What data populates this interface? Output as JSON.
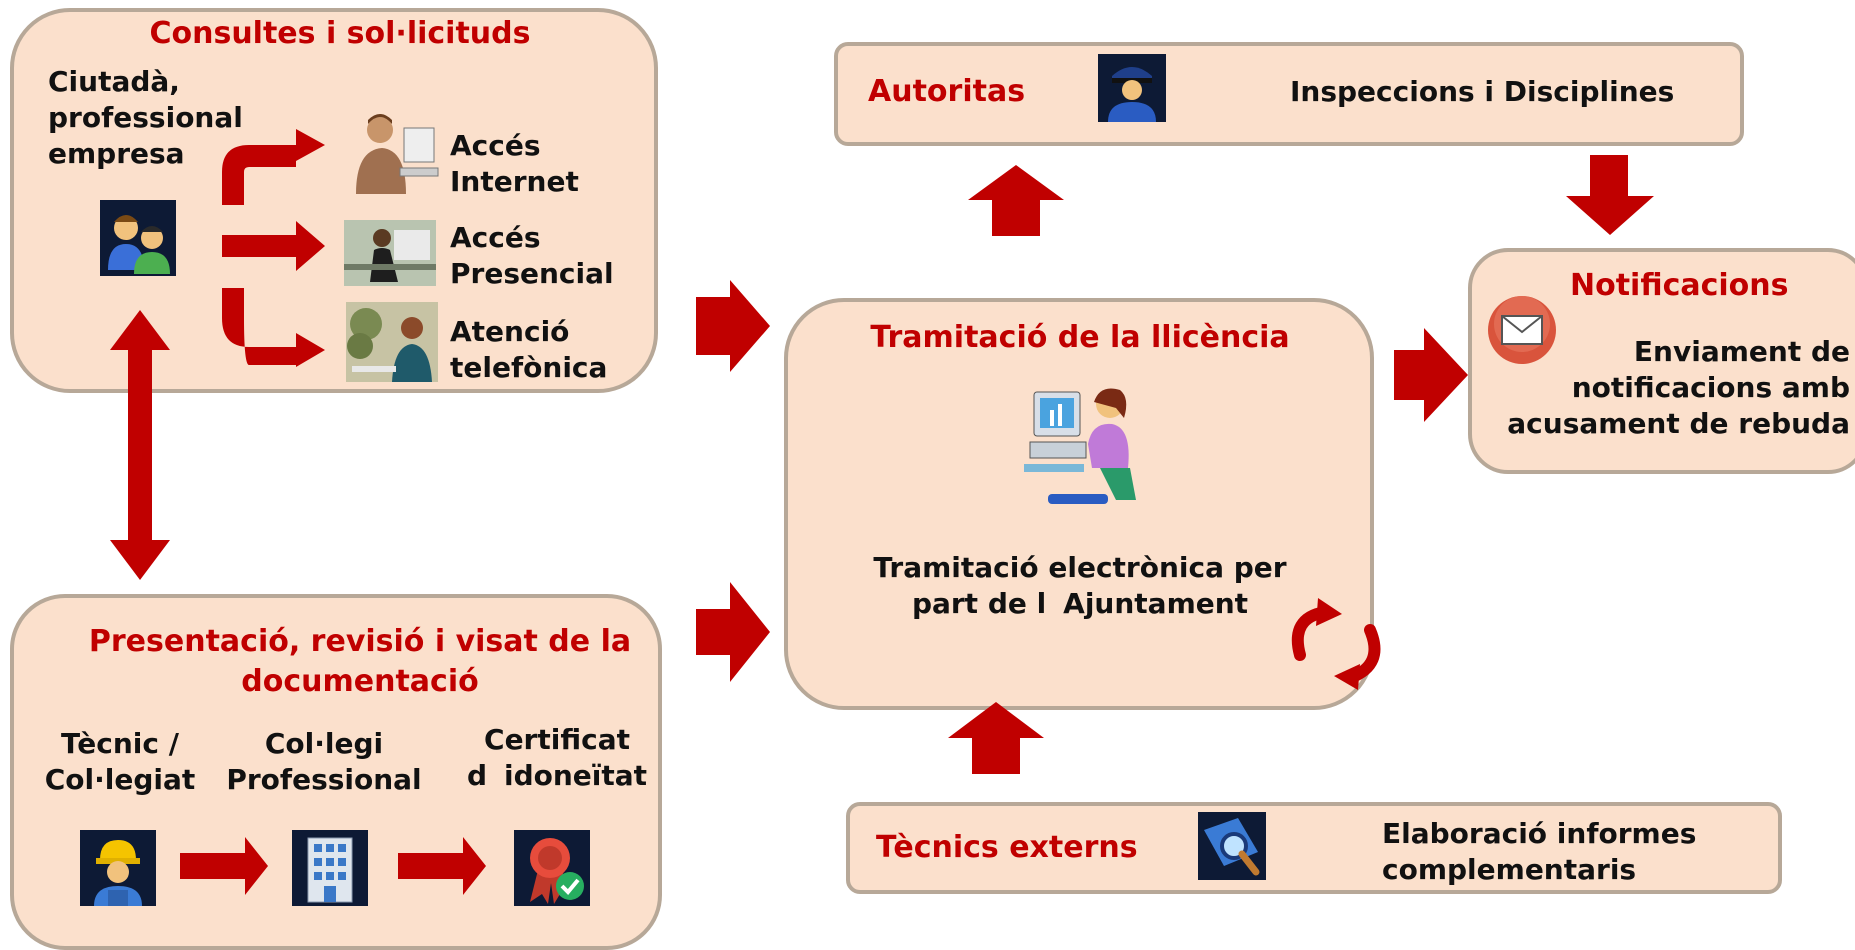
{
  "colors": {
    "box_fill": "#fbe0cc",
    "box_border": "#b7a898",
    "title_red": "#c00000",
    "arrow_red": "#c00000"
  },
  "consultes": {
    "title": "Consultes i sol·licituds",
    "actor": "Ciutadà,\nprofessional\nempresa",
    "channels": [
      {
        "label": "Accés\nInternet",
        "icon": "computer-user-icon"
      },
      {
        "label": "Accés\nPresencial",
        "icon": "desk-clerk-icon"
      },
      {
        "label": "Atenció\ntelefònica",
        "icon": "phone-operator-icon"
      }
    ]
  },
  "presentacio": {
    "title": "Presentació, revisió i visat de la\ndocumentació",
    "steps": [
      {
        "label": "Tècnic /\nCol·legiat",
        "icon": "worker-icon"
      },
      {
        "label": "Col·legi\nProfessional",
        "icon": "building-icon"
      },
      {
        "label": "Certificat\ndidoneïtat",
        "icon": "certificate-icon"
      }
    ]
  },
  "autoritas": {
    "title": "Autoritas",
    "text": "Inspeccions i Disciplines",
    "icon": "police-icon"
  },
  "tramitacio": {
    "title": "Tramitació de la llicència",
    "text": "Tramitació electrònica per\npart de lAjuntament",
    "icon": "office-worker-icon"
  },
  "notificacions": {
    "title": "Notificacions",
    "text": "Enviament de\nnotificacions amb\nacusament de rebuda",
    "icon": "mail-icon"
  },
  "tecnics": {
    "title": "Tècnics externs",
    "text": "Elaboració informes\ncomplementaris",
    "icon": "magnifier-icon"
  }
}
